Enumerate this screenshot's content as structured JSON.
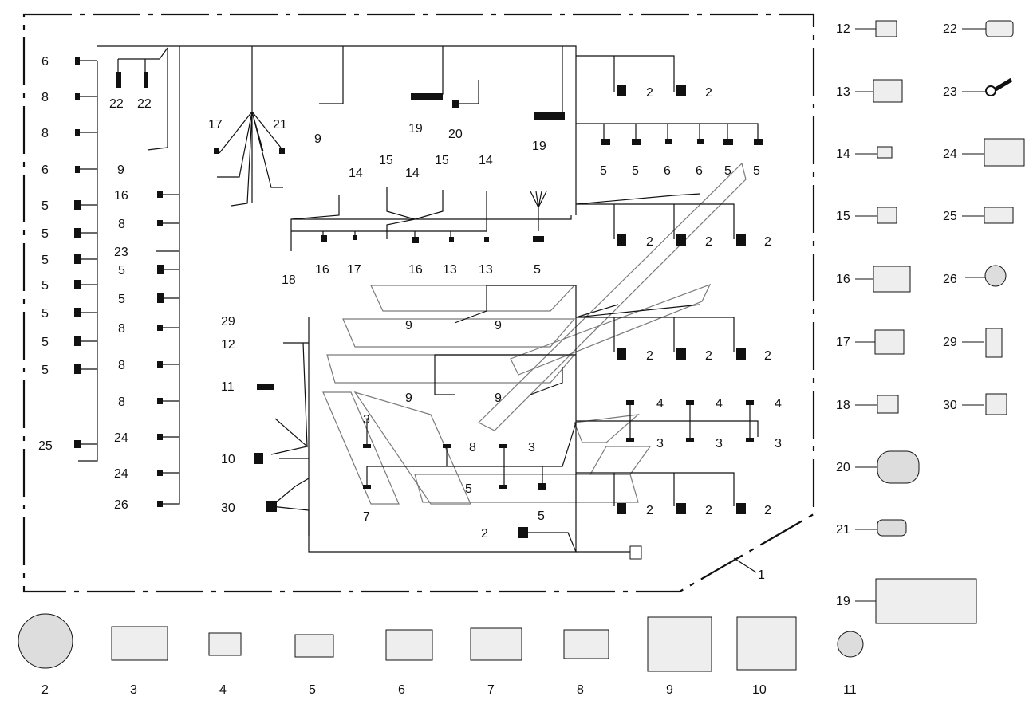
{
  "diagram": {
    "assembly_label": "1",
    "harness_labels": {
      "left_column": [
        "6",
        "8",
        "8",
        "6",
        "5",
        "5",
        "5",
        "5",
        "5",
        "5",
        "5",
        "25"
      ],
      "inner_column": [
        "16",
        "8",
        "23",
        "5",
        "5",
        "8",
        "8",
        "8",
        "24",
        "24",
        "26"
      ],
      "top_group": [
        "22",
        "22",
        "9",
        "17",
        "21",
        "9",
        "19",
        "20",
        "19"
      ],
      "top_right_row": [
        "5",
        "5",
        "6",
        "6",
        "5",
        "5"
      ],
      "right_pairs": [
        "2",
        "2",
        "2",
        "2",
        "2",
        "2",
        "2",
        "2",
        "2",
        "2",
        "2"
      ],
      "middle": [
        "14",
        "15",
        "14",
        "15",
        "14",
        "18",
        "16",
        "17",
        "16",
        "13",
        "13",
        "5"
      ],
      "center": [
        "29",
        "12",
        "11",
        "10",
        "30",
        "9",
        "9",
        "9",
        "9",
        "3",
        "8",
        "3",
        "5",
        "5",
        "7",
        "2"
      ],
      "right_lower": [
        "4",
        "4",
        "4",
        "3",
        "3",
        "3"
      ]
    },
    "right_parts": [
      {
        "num": "12",
        "icon": "connector-12-icon"
      },
      {
        "num": "22",
        "icon": "connector-22-icon"
      },
      {
        "num": "13",
        "icon": "connector-13-icon"
      },
      {
        "num": "23",
        "icon": "ring-terminal-icon"
      },
      {
        "num": "14",
        "icon": "terminal-14-icon"
      },
      {
        "num": "24",
        "icon": "connector-24-icon"
      },
      {
        "num": "15",
        "icon": "connector-15-icon"
      },
      {
        "num": "25",
        "icon": "connector-25-icon"
      },
      {
        "num": "16",
        "icon": "connector-16-icon"
      },
      {
        "num": "26",
        "icon": "grommet-icon"
      },
      {
        "num": "17",
        "icon": "connector-17-icon"
      },
      {
        "num": "29",
        "icon": "bracket-icon"
      },
      {
        "num": "18",
        "icon": "connector-18-icon"
      },
      {
        "num": "30",
        "icon": "connector-30-icon"
      },
      {
        "num": "20",
        "icon": "round-connector-icon"
      },
      {
        "num": "21",
        "icon": "connector-21-icon"
      },
      {
        "num": "19",
        "icon": "ecu-connector-icon"
      }
    ],
    "bottom_parts": [
      {
        "num": "2",
        "icon": "circular-connector-icon"
      },
      {
        "num": "3",
        "icon": "multi-pin-connector-icon"
      },
      {
        "num": "4",
        "icon": "small-connector-icon"
      },
      {
        "num": "5",
        "icon": "latch-connector-icon"
      },
      {
        "num": "6",
        "icon": "connector-6-icon"
      },
      {
        "num": "7",
        "icon": "connector-7-icon"
      },
      {
        "num": "8",
        "icon": "connector-8-icon"
      },
      {
        "num": "9",
        "icon": "angled-connector-icon"
      },
      {
        "num": "10",
        "icon": "angled-connector-10-icon"
      },
      {
        "num": "11",
        "icon": "cap-connector-icon"
      }
    ]
  }
}
